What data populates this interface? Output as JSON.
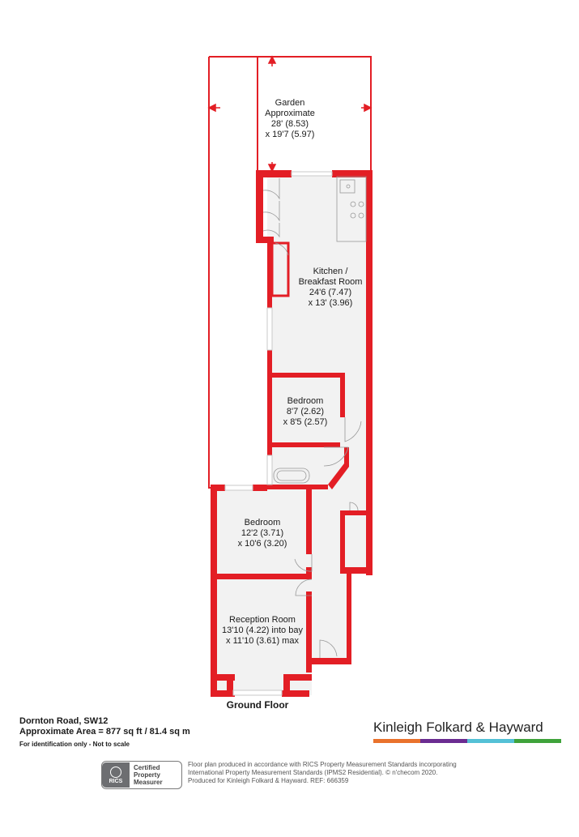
{
  "rooms": {
    "garden": {
      "name": "Garden",
      "line2": "Approximate",
      "dim1": "28' (8.53)",
      "dim2": "x 19'7 (5.97)"
    },
    "kitchen": {
      "name": "Kitchen /",
      "line2": "Breakfast Room",
      "dim1": "24'6 (7.47)",
      "dim2": "x 13' (3.96)"
    },
    "bedroom1": {
      "name": "Bedroom",
      "dim1": "8'7 (2.62)",
      "dim2": "x 8'5 (2.57)"
    },
    "bedroom2": {
      "name": "Bedroom",
      "dim1": "12'2 (3.71)",
      "dim2": "x 10'6 (3.20)"
    },
    "reception": {
      "name": "Reception Room",
      "dim1": "13'10 (4.22) into bay",
      "dim2": "x 11'10 (3.61) max"
    }
  },
  "floor_label": "Ground Floor",
  "address": "Dornton Road, SW12",
  "approx_area": "Approximate Area = 877 sq ft / 81.4 sq m",
  "scale_note": "For identification only - Not to scale",
  "agent": {
    "name": "Kinleigh Folkard & Hayward",
    "bar_colors": [
      "#e9722c",
      "#6b2c91",
      "#54c1d6",
      "#3fa33b"
    ]
  },
  "rics_badge": {
    "abbr": "RICS",
    "line1": "Certified",
    "line2": "Property",
    "line3": "Measurer"
  },
  "disclaimer": {
    "line1": "Floor plan produced in accordance with RICS Property Measurement Standards incorporating",
    "line2": "International Property Measurement Standards (IPMS2 Residential).  © n'checom 2020.",
    "line3": "Produced for Kinleigh Folkard & Hayward.   REF: 666359"
  },
  "colors": {
    "wall": "#e31e25",
    "floor": "#f2f2f2",
    "text": "#1a1a1a"
  },
  "icons": [
    "rics-seal-icon",
    "sink-icon",
    "hob-icon",
    "bath-icon",
    "arrow-icon"
  ]
}
